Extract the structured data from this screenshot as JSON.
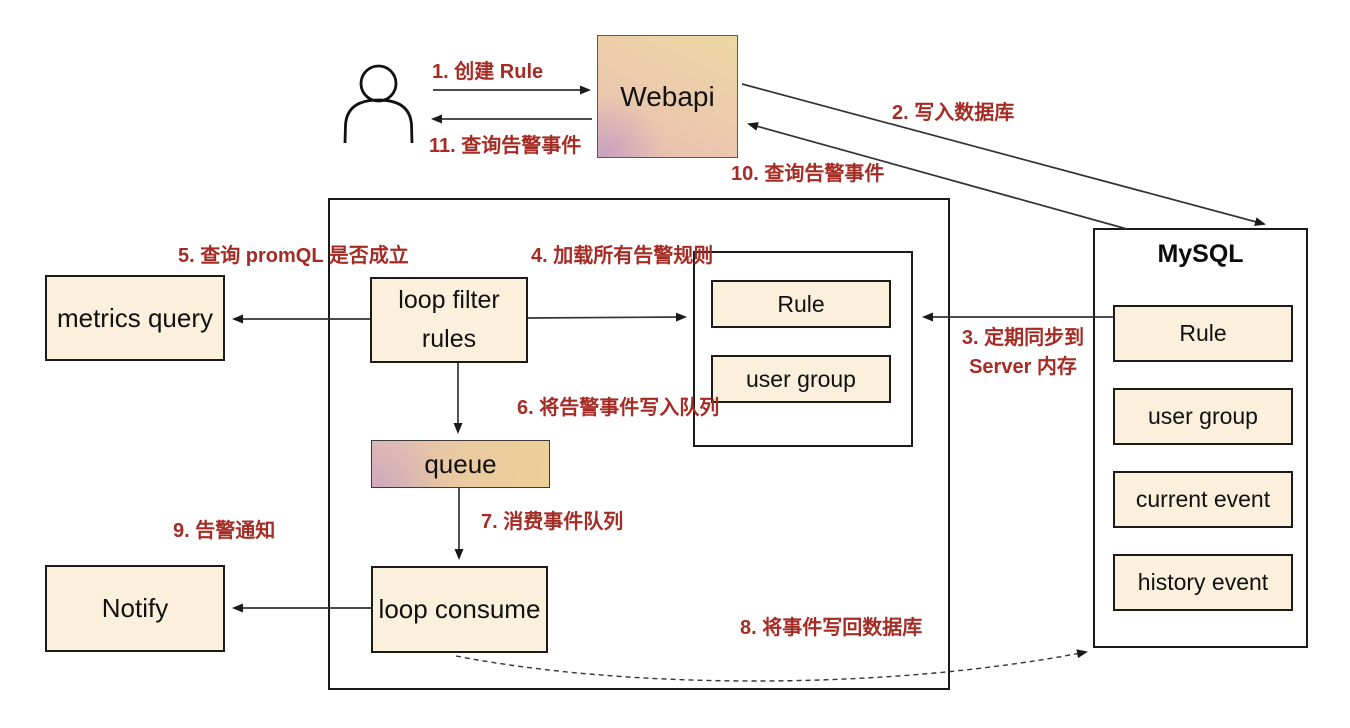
{
  "diagram_title": "alerting system flow diagram",
  "nodes": {
    "actor": {
      "icon": "person-icon"
    },
    "webapi": {
      "label": "Webapi"
    },
    "metrics_query": {
      "label": "metrics query"
    },
    "notify": {
      "label": "Notify"
    },
    "loop_filter_rules": {
      "label_line1": "loop filter",
      "label_line2": "rules"
    },
    "queue": {
      "label": "queue"
    },
    "loop_consume": {
      "label": "loop consume"
    },
    "server_memory": {
      "items": [
        "Rule",
        "user group"
      ]
    },
    "mysql": {
      "title": "MySQL",
      "tables": [
        "Rule",
        "user group",
        "current event",
        "history event"
      ]
    }
  },
  "flows": [
    {
      "step": "1",
      "label": "1. 创建 Rule"
    },
    {
      "step": "2",
      "label": "2. 写入数据库"
    },
    {
      "step": "3",
      "label": "3. 定期同步到",
      "label2": "Server 内存"
    },
    {
      "step": "4",
      "label": "4. 加载所有告警规则"
    },
    {
      "step": "5",
      "label": "5. 查询 promQL 是否成立"
    },
    {
      "step": "6",
      "label": "6. 将告警事件写入队列"
    },
    {
      "step": "7",
      "label": "7. 消费事件队列"
    },
    {
      "step": "8",
      "label": "8. 将事件写回数据库"
    },
    {
      "step": "9",
      "label": "9. 告警通知"
    },
    {
      "step": "10",
      "label": "10. 查询告警事件"
    },
    {
      "step": "11",
      "label": "11. 查询告警事件"
    }
  ],
  "colors": {
    "label_red": "#A52C25",
    "box_cream": "#FAF0DB",
    "box_border": "#1A1A1A",
    "webapi_gradient": [
      "#ECD7A2",
      "#E9C4AF",
      "#C9AFC9"
    ],
    "queue_gradient": [
      "#E2C0B2",
      "#ECD096"
    ]
  }
}
